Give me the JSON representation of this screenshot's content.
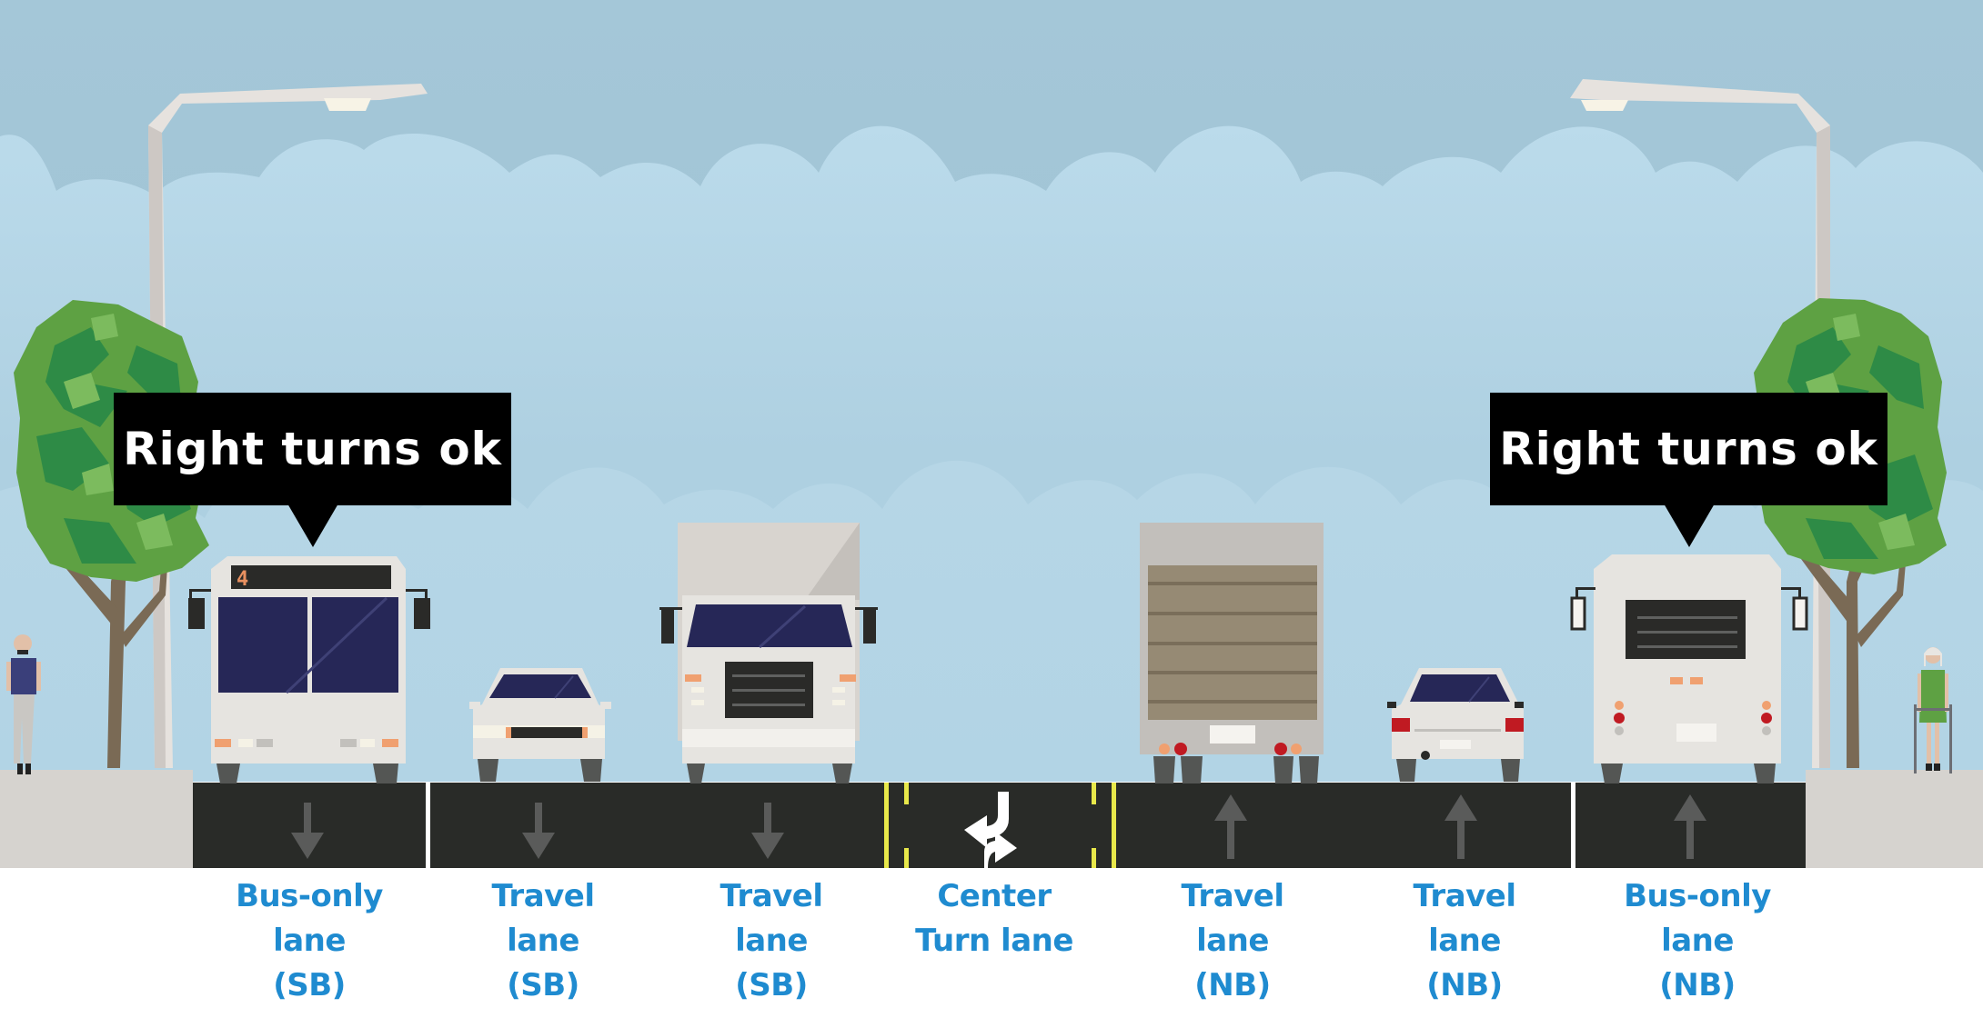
{
  "diagram": {
    "title": "Street cross-section with bus-only lanes",
    "colors": {
      "sky_top": "#a2c5d6",
      "sky_cloud": "#b8d9ea",
      "sky_mid": "#acd0e1",
      "road": "#292b28",
      "sidewalk": "#d6d3cf",
      "lane_divider": "#ffffff",
      "center_line": "#e8e84a",
      "arrow": "#5a5b5a",
      "label_text": "#1f8bd0",
      "callout_bg": "#000000",
      "callout_text": "#ffffff",
      "tree_dark": "#2e8b46",
      "tree_mid": "#5ea143",
      "tree_light": "#7cbb5e",
      "trunk": "#7a6a55",
      "vehicle_body": "#e6e4e0",
      "windshield": "#262757"
    },
    "callouts": [
      {
        "text": "Right turns ok",
        "target": "Bus-only lane (SB)"
      },
      {
        "text": "Right turns ok",
        "target": "Bus-only lane (NB)"
      }
    ],
    "lanes": [
      {
        "label": "Bus-only\nlane\n(SB)",
        "direction": "down",
        "vehicle": "bus-front"
      },
      {
        "label": "Travel\nlane\n(SB)",
        "direction": "down",
        "vehicle": "car-front"
      },
      {
        "label": "Travel\nlane\n(SB)",
        "direction": "down",
        "vehicle": "truck-front"
      },
      {
        "label": "Center\nTurn lane",
        "direction": "two-way-left-turn",
        "vehicle": "none"
      },
      {
        "label": "Travel\nlane\n(NB)",
        "direction": "up",
        "vehicle": "truck-rear"
      },
      {
        "label": "Travel\nlane\n(NB)",
        "direction": "up",
        "vehicle": "car-rear"
      },
      {
        "label": "Bus-only\nlane\n(NB)",
        "direction": "up",
        "vehicle": "bus-rear"
      }
    ],
    "bus_route_number": "4",
    "sidewalks": [
      "left",
      "right"
    ]
  }
}
